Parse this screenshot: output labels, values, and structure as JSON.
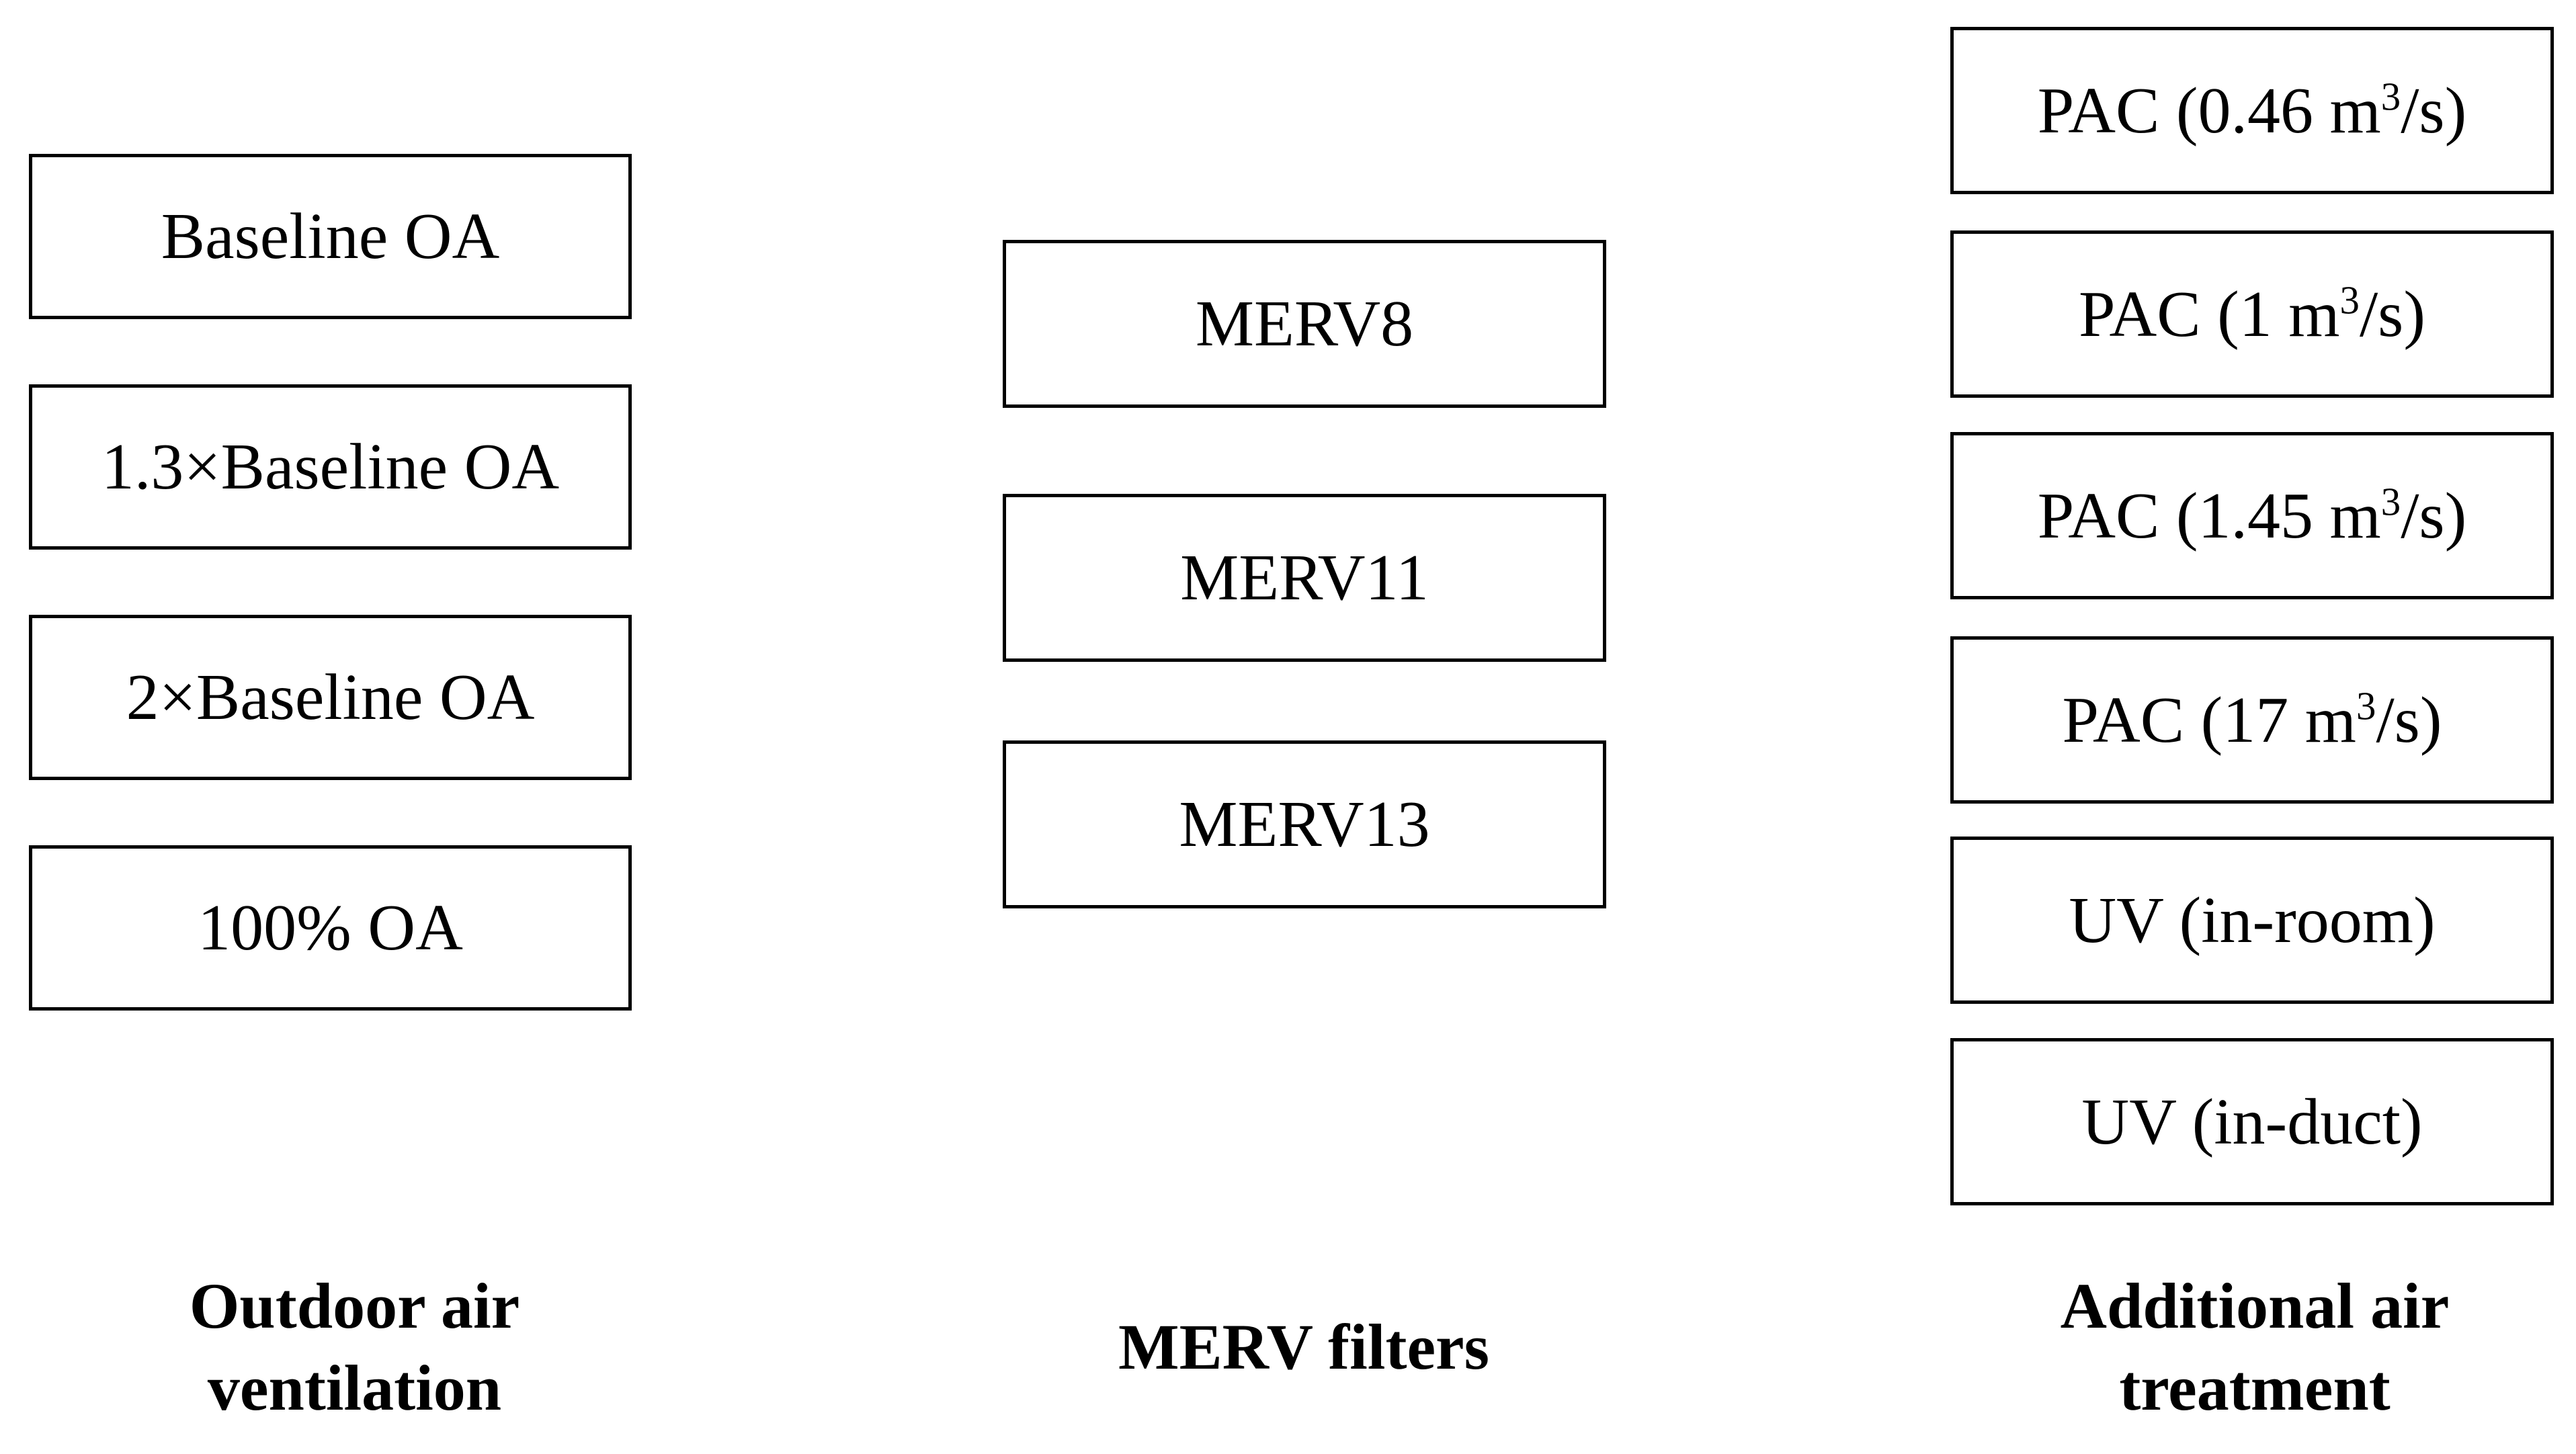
{
  "columns": [
    {
      "heading_line1": "Outdoor air",
      "heading_line2": "ventilation",
      "items": [
        "Baseline OA",
        "1.3×Baseline OA",
        "2×Baseline OA",
        "100% OA"
      ]
    },
    {
      "heading": "MERV filters",
      "items": [
        "MERV8",
        "MERV11",
        "MERV13"
      ]
    },
    {
      "heading_line1": "Additional air",
      "heading_line2": "treatment",
      "items": [
        {
          "prefix": "PAC (0.46 m",
          "sup": "3",
          "suffix": "/s)"
        },
        {
          "prefix": "PAC (1 m",
          "sup": "3",
          "suffix": "/s)"
        },
        {
          "prefix": "PAC (1.45 m",
          "sup": "3",
          "suffix": "/s)"
        },
        {
          "prefix": "PAC (17 m",
          "sup": "3",
          "suffix": "/s)"
        },
        "UV (in-room)",
        "UV (in-duct)"
      ]
    }
  ]
}
